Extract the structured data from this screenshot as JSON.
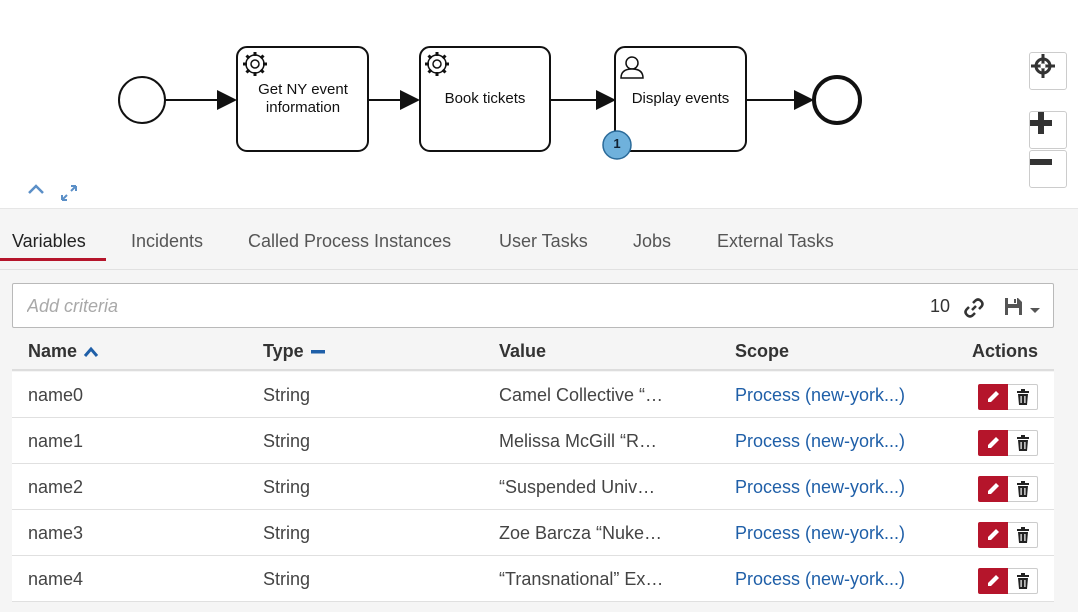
{
  "diagram": {
    "tasks": [
      {
        "label": "Get NY event information",
        "icon": "gear-icon"
      },
      {
        "label": "Book tickets",
        "icon": "gear-icon"
      },
      {
        "label": "Display events",
        "icon": "user-icon"
      }
    ],
    "badge_count": "1"
  },
  "tabs": [
    {
      "label": "Variables",
      "active": true
    },
    {
      "label": "Incidents"
    },
    {
      "label": "Called Process Instances"
    },
    {
      "label": "User Tasks"
    },
    {
      "label": "Jobs"
    },
    {
      "label": "External Tasks"
    }
  ],
  "search": {
    "placeholder": "Add criteria",
    "count": "10"
  },
  "table": {
    "headers": {
      "name": "Name",
      "type": "Type",
      "value": "Value",
      "scope": "Scope",
      "actions": "Actions"
    },
    "rows": [
      {
        "name": "name0",
        "type": "String",
        "value": "Camel Collective “…",
        "scope": "Process (new-york...)"
      },
      {
        "name": "name1",
        "type": "String",
        "value": "Melissa McGill “R…",
        "scope": "Process (new-york...)"
      },
      {
        "name": "name2",
        "type": "String",
        "value": "“Suspended Univ…",
        "scope": "Process (new-york...)"
      },
      {
        "name": "name3",
        "type": "String",
        "value": "Zoe Barcza “Nuke…",
        "scope": "Process (new-york...)"
      },
      {
        "name": "name4",
        "type": "String",
        "value": "“Transnational” Ex…",
        "scope": "Process (new-york...)"
      }
    ]
  },
  "colors": {
    "accent": "#b5152b",
    "link": "#1f5fa8",
    "badge": "#6fb1dc"
  }
}
